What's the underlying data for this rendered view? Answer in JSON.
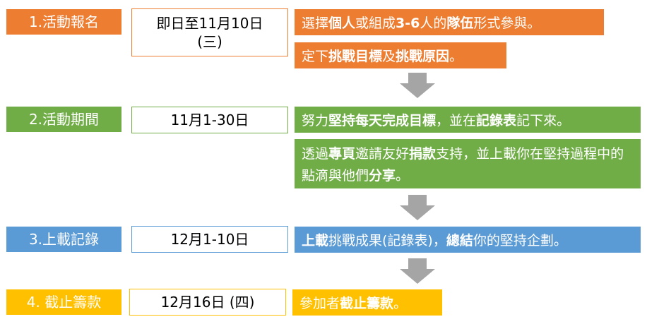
{
  "colors": {
    "step1": "#ED7D31",
    "step2": "#70AD47",
    "step3": "#5B9BD5",
    "step4": "#FFC000",
    "arrow": "#A5A5A5"
  },
  "steps": [
    {
      "label": "1.活動報名",
      "date_line1": "即日至11月10日",
      "date_line2": "(三)",
      "descriptions": [
        [
          {
            "t": "選擇",
            "b": false
          },
          {
            "t": "個人",
            "b": true
          },
          {
            "t": "或組成",
            "b": false
          },
          {
            "t": "3-6",
            "b": true
          },
          {
            "t": "人的",
            "b": false
          },
          {
            "t": "隊伍",
            "b": true
          },
          {
            "t": "形式參與。",
            "b": false
          }
        ],
        [
          {
            "t": "定下",
            "b": false
          },
          {
            "t": "挑戰目標",
            "b": true
          },
          {
            "t": "及",
            "b": false
          },
          {
            "t": "挑戰原因",
            "b": true
          },
          {
            "t": "。",
            "b": false
          }
        ]
      ]
    },
    {
      "label": "2.活動期間",
      "date_line1": "11月1-30日",
      "descriptions": [
        [
          {
            "t": "努力",
            "b": false
          },
          {
            "t": "堅持每天完成目標",
            "b": true
          },
          {
            "t": "，並在",
            "b": false
          },
          {
            "t": "記錄表",
            "b": true
          },
          {
            "t": "記下來。",
            "b": false
          }
        ],
        [
          {
            "t": "透過",
            "b": false
          },
          {
            "t": "專頁",
            "b": true
          },
          {
            "t": "邀請友好",
            "b": false
          },
          {
            "t": "捐款",
            "b": true
          },
          {
            "t": "支持，並上載你在堅持過程中的點滴與他們",
            "b": false
          },
          {
            "t": "分享",
            "b": true
          },
          {
            "t": "。",
            "b": false
          }
        ]
      ]
    },
    {
      "label": "3.上載記錄",
      "date_line1": "12月1-10日",
      "descriptions": [
        [
          {
            "t": "上載",
            "b": true
          },
          {
            "t": "挑戰成果(記錄表)，",
            "b": false
          },
          {
            "t": "總結",
            "b": true
          },
          {
            "t": "你的堅持企劃。",
            "b": false
          }
        ]
      ]
    },
    {
      "label": "4. 截止籌款",
      "date_line1": "12月16日 (四)",
      "descriptions": [
        [
          {
            "t": "參加者",
            "b": false
          },
          {
            "t": "截止籌款",
            "b": true
          },
          {
            "t": "。",
            "b": false
          }
        ]
      ]
    }
  ]
}
